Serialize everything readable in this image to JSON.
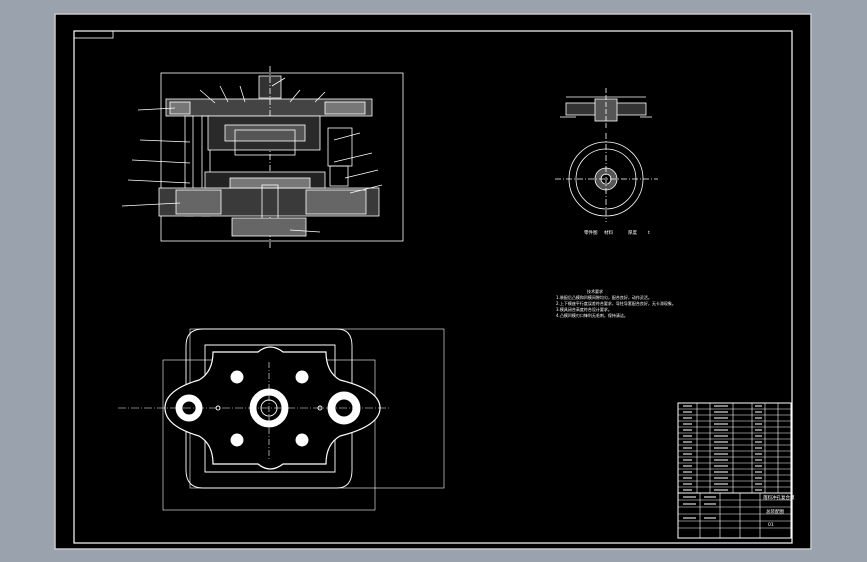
{
  "drawing": {
    "background": "#9aa3ad",
    "sheet_color": "#000000",
    "line_color": "#ffffff",
    "accent_color": "#d8d8d8"
  },
  "tech_requirements": {
    "title": "技术要求",
    "lines": [
      "1.装配后凸模和凹模间隙均匀，配合良好，动作灵活。",
      "2.上下模座平行度误差符合要求，导柱导套配合良好，无卡滞现象。",
      "3.模具闭合高度符合设计要求。",
      "4.凸模凹模刃口锋利无毛刺，保持清洁。"
    ]
  },
  "part_view_labels": [
    "零件图",
    "材料",
    "厚度",
    "t"
  ],
  "title_block": {
    "title": "落料冲孔复合模",
    "drawing_name": "总装配图",
    "sheet_no": "01"
  }
}
